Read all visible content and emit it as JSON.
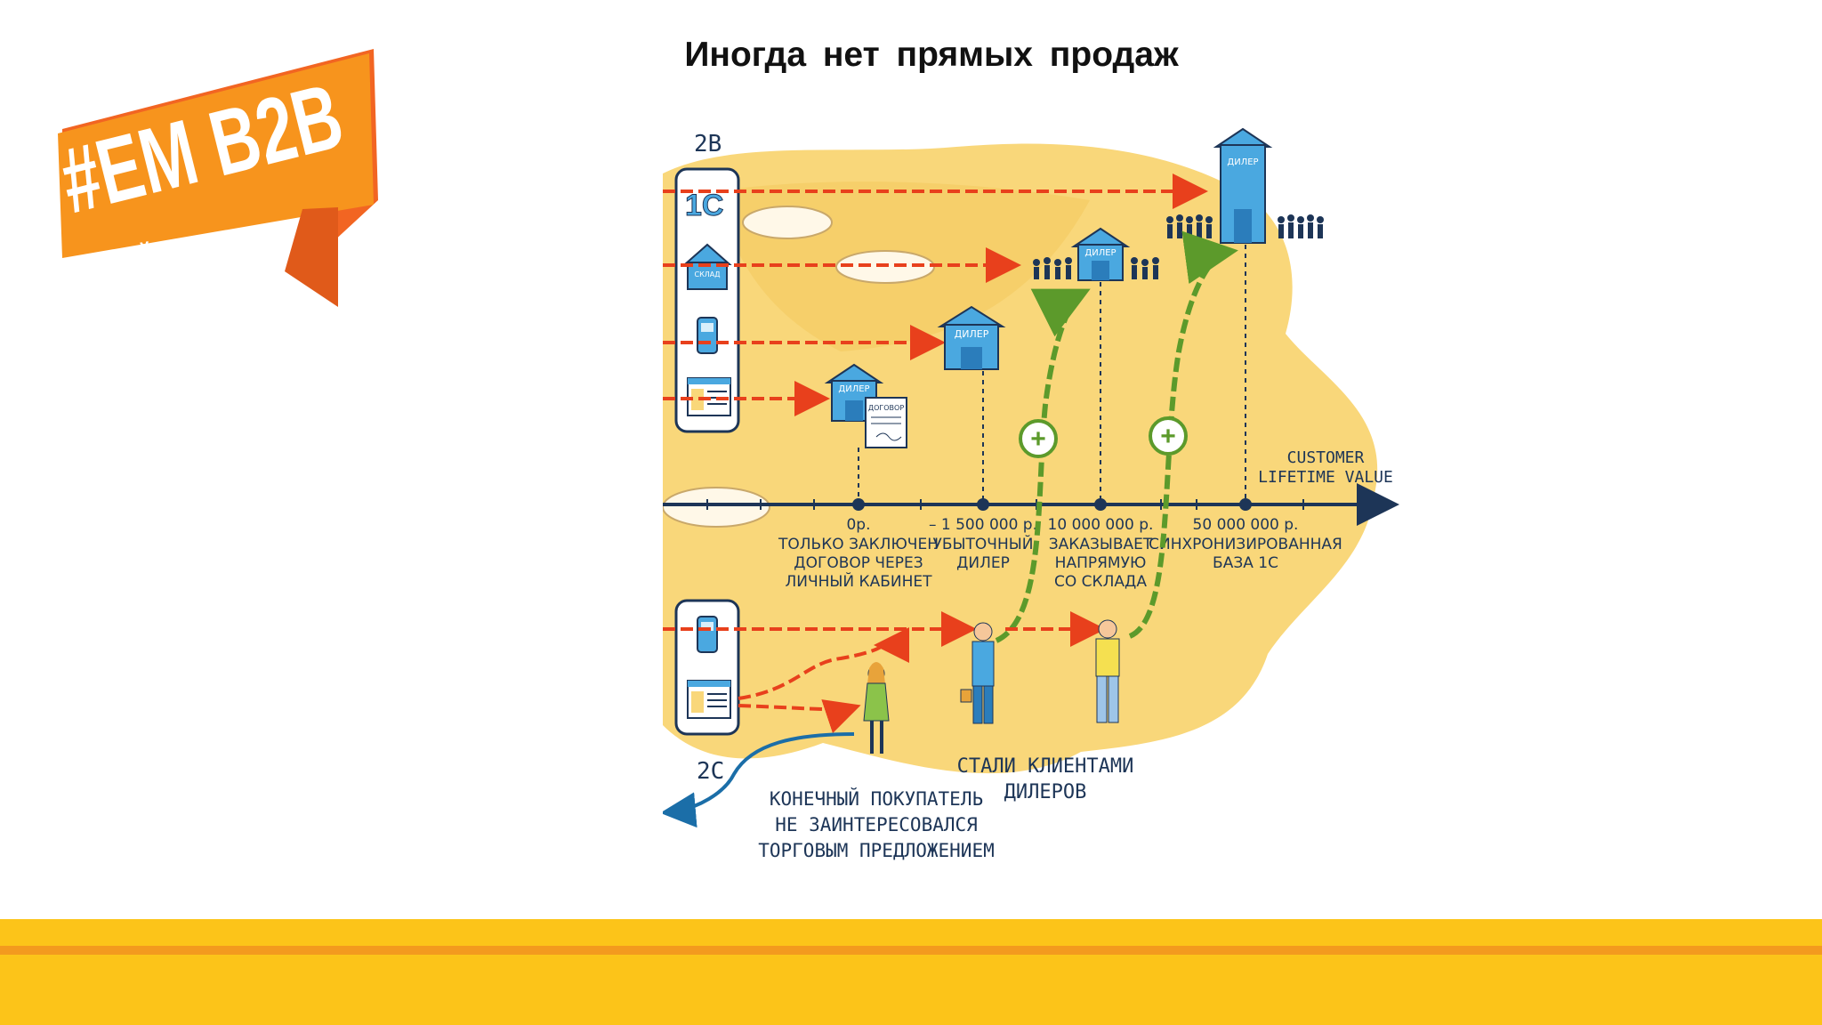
{
  "slide": {
    "title": "Иногда  нет  прямых  продаж"
  },
  "logo": {
    "tag": "#EM B2B",
    "subtitle_line1": "ОНЛАЙН-",
    "subtitle_line2": "КОНФЕРЕНЦИЯ"
  },
  "diagram": {
    "label_2b": "2B",
    "label_2c": "2C",
    "icon_1c": "1С",
    "warehouse_label": "СКЛАД",
    "dealer_label": "ДИЛЕР",
    "contract_label": "ДОГОВОР",
    "axis_title_line1": "CUSTOMER",
    "axis_title_line2": "LIFETIME VALUE",
    "milestones": [
      {
        "value": "0р.",
        "line1": "ТОЛЬКО ЗАКЛЮЧЕН",
        "line2": "ДОГОВОР ЧЕРЕЗ",
        "line3": "ЛИЧНЫЙ КАБИНЕТ"
      },
      {
        "value": "– 1 500 000 р.",
        "line1": "УБЫТОЧНЫЙ",
        "line2": "ДИЛЕР",
        "line3": ""
      },
      {
        "value": "10 000 000 р.",
        "line1": "ЗАКАЗЫВАЕТ",
        "line2": "НАПРЯМУЮ",
        "line3": "СО СКЛАДА"
      },
      {
        "value": "50 000 000 р.",
        "line1": "СИНХРОНИЗИРОВАННАЯ",
        "line2": "БАЗА 1С",
        "line3": ""
      }
    ],
    "clients_caption_line1": "СТАЛИ КЛИЕНТАМИ",
    "clients_caption_line2": "ДИЛЕРОВ",
    "buyer_caption_line1": "КОНЕЧНЫЙ ПОКУПАТЕЛЬ",
    "buyer_caption_line2": "НЕ ЗАИНТЕРЕСОВАЛСЯ",
    "buyer_caption_line3": "ТОРГОВЫМ ПРЕДЛОЖЕНИЕМ",
    "plus_sign": "+"
  },
  "colors": {
    "footer_yellow": "#fcc419",
    "footer_orange": "#f39a1e",
    "logo_orange": "#f7941d",
    "blob_yellow": "#f9d77a",
    "arrow_red": "#e8401c",
    "axis_navy": "#1d3557",
    "house_blue": "#4aa8e0",
    "growth_green": "#5c9a2b"
  }
}
